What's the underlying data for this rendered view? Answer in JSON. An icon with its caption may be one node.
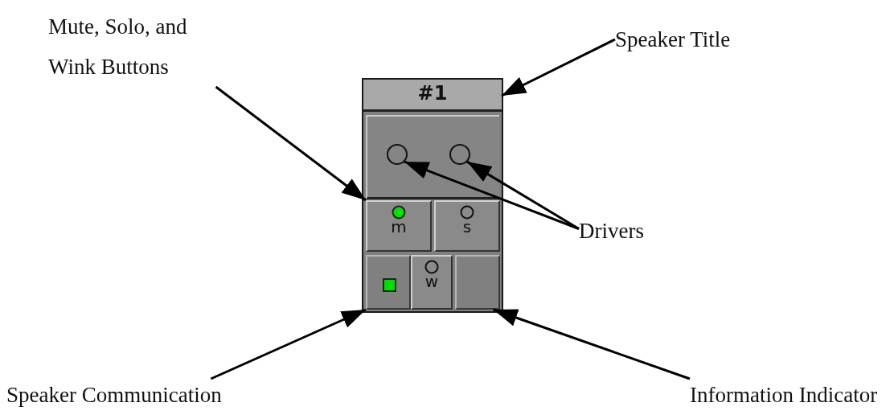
{
  "diagram": {
    "nodes": [
      {
        "text": [
          "Mute, Solo, and Wink Buttons"
        ]
      },
      {
        "text": [],
        "shape": "box"
      },
      {
        "text": [
          "#1"
        ],
        "in": 1
      },
      {
        "text": [
          "Speaker Title"
        ]
      },
      {
        "text": [],
        "shape": "circle",
        "in": 1
      },
      {
        "text": [],
        "shape": "circle",
        "in": 1
      },
      {
        "text": [
          "m"
        ],
        "in": 1
      },
      {
        "text": [
          "s"
        ],
        "in": 1
      },
      {
        "text": [
          "Drivers"
        ]
      },
      {
        "text": [],
        "shape": "box",
        "in": 1
      },
      {
        "text": [
          "w"
        ],
        "in": 1
      },
      {
        "text": [],
        "shape": "box",
        "in": 1
      },
      {
        "text": [
          "Speaker Communication"
        ]
      },
      {
        "text": [
          "Information Indicator"
        ]
      }
    ],
    "edges": [
      {
        "from": 0,
        "to": 6,
        "arrow": "to"
      },
      {
        "from": 3,
        "to": 2,
        "arrow": "to"
      },
      {
        "from": 8,
        "to": 4,
        "arrow": "to"
      },
      {
        "from": 8,
        "to": 5,
        "arrow": "to"
      },
      {
        "from": 12,
        "to": 9,
        "arrow": "to"
      },
      {
        "from": 13,
        "to": 11,
        "arrow": "to"
      }
    ]
  }
}
